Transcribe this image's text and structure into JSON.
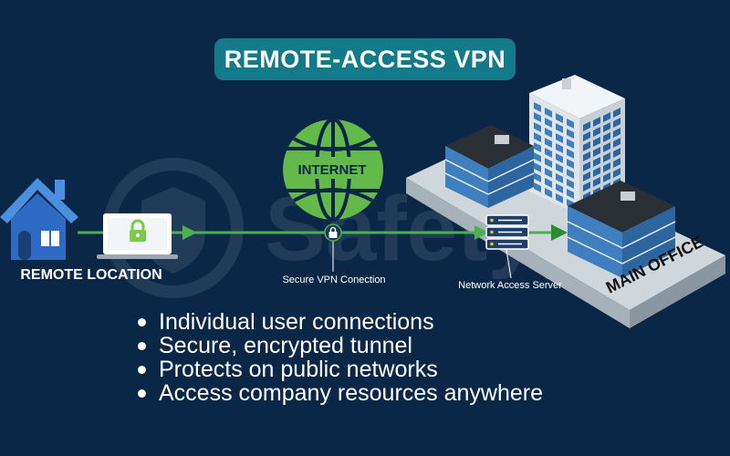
{
  "title": "REMOTE-ACCESS VPN",
  "labels": {
    "remote_location": "REMOTE LOCATION",
    "internet": "INTERNET",
    "secure_connection": "Secure VPN Conection",
    "network_access_server": "Network Access Server",
    "main_office": "MAIN OFFICE"
  },
  "bullets": [
    "Individual user connections",
    "Secure, encrypted tunnel",
    "Protects on public networks",
    "Access company resources anywhere"
  ],
  "watermark": "Safetyp",
  "colors": {
    "background": "#0b2748",
    "badge": "#137a8a",
    "house_roof": "#4a8fe0",
    "house_body": "#2e6bc4",
    "connection_line": "#4caf50",
    "lock": "#7bc94a",
    "globe": "#63b94a",
    "building_glass": "#3f7fc0",
    "building_frame": "#e9eef3",
    "server": "#1f3f6b"
  },
  "icons": {
    "house": "house-icon",
    "laptop": "laptop-icon",
    "lock": "padlock-icon",
    "globe": "globe-icon",
    "server": "server-rack-icon",
    "office": "office-buildings-icon"
  }
}
